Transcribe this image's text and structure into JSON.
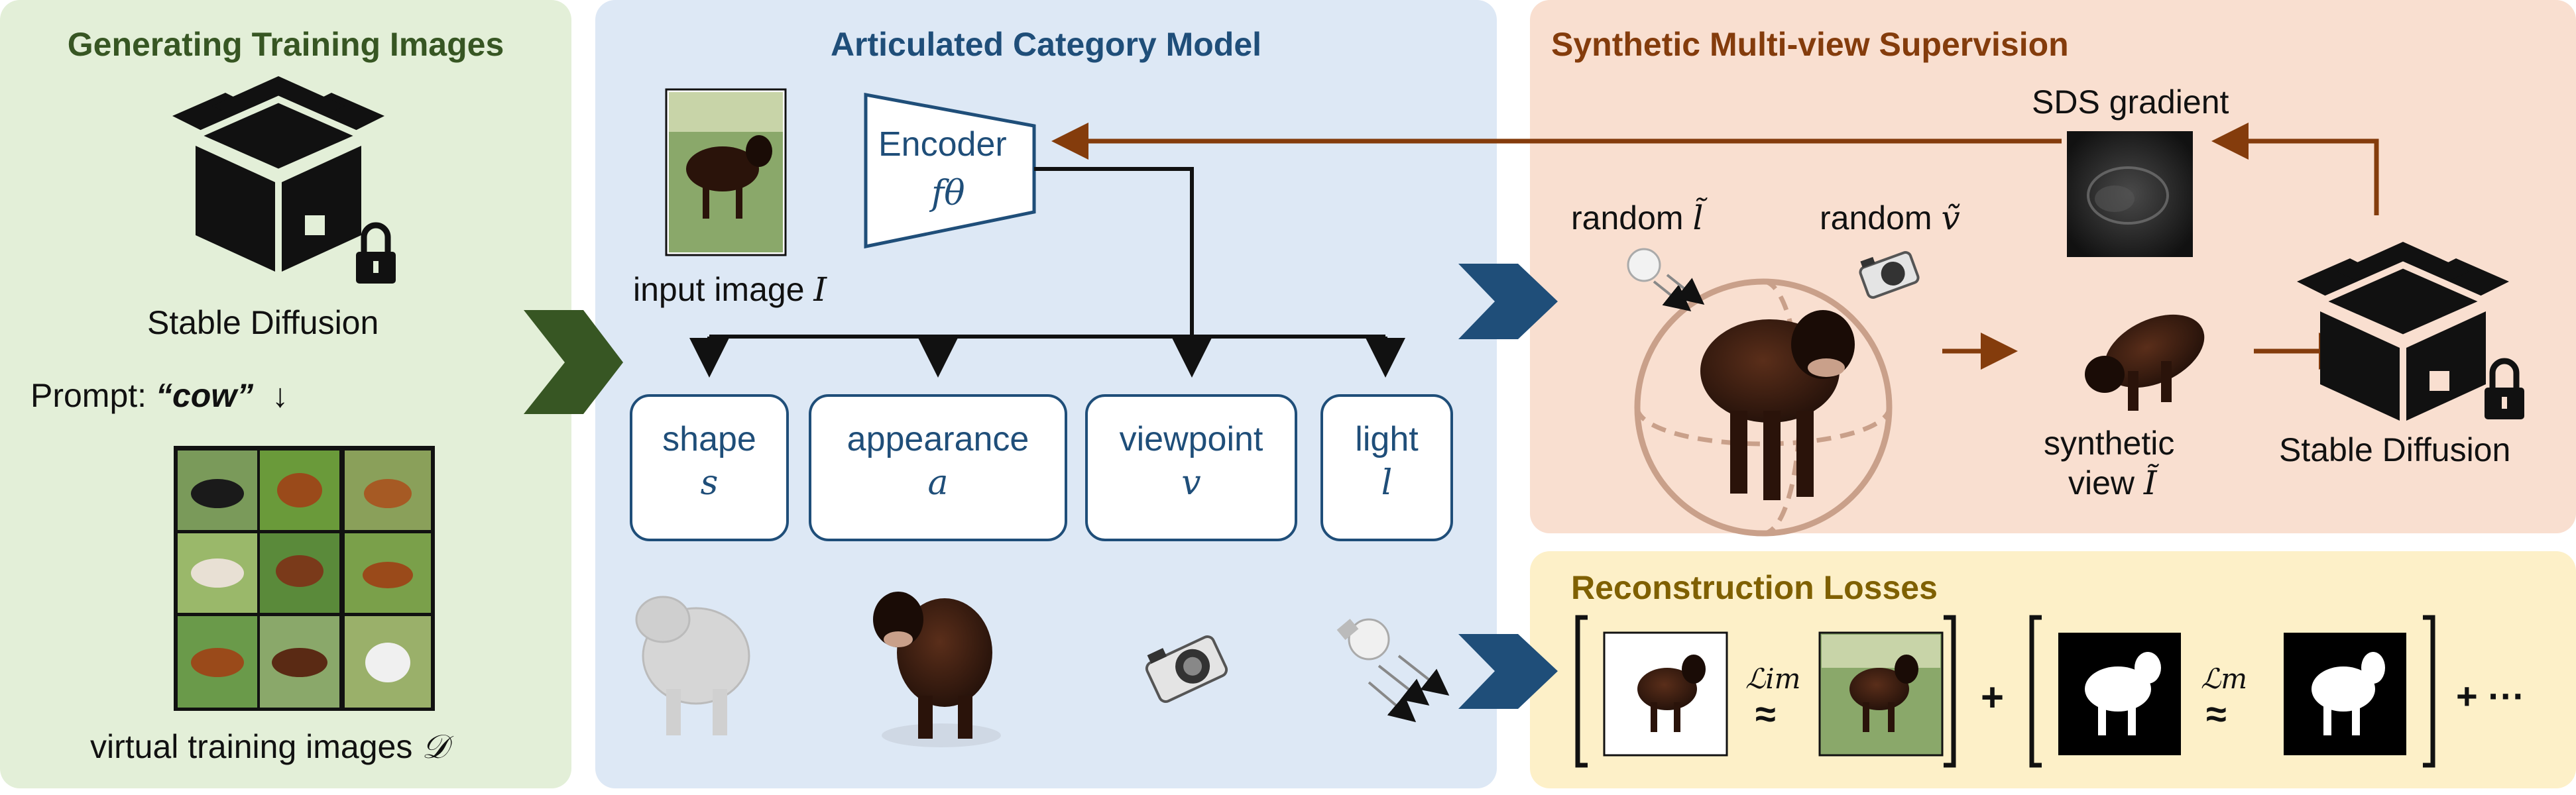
{
  "panels": {
    "gen": {
      "title": "Generating Training Images"
    },
    "model": {
      "title": "Articulated Category Model"
    },
    "synth": {
      "title": "Synthetic Multi-view Supervision"
    },
    "recon": {
      "title": "Reconstruction Losses"
    }
  },
  "gen": {
    "sd_label": "Stable Diffusion",
    "prompt_prefix": "Prompt: ",
    "prompt_word": "“cow”",
    "prompt_arrow": "↓",
    "dataset_prefix": "virtual training images ",
    "dataset_symbol": "𝒟"
  },
  "model": {
    "input_prefix": "input image ",
    "input_symbol": "I",
    "encoder_label": "Encoder",
    "encoder_symbol": "fθ",
    "latents": [
      {
        "name": "shape",
        "symbol": "s"
      },
      {
        "name": "appearance",
        "symbol": "a"
      },
      {
        "name": "viewpoint",
        "symbol": "v"
      },
      {
        "name": "light",
        "symbol": "l"
      }
    ]
  },
  "synth": {
    "sds_label": "SDS gradient",
    "random_light_prefix": "random ",
    "random_light_symbol": "l̃",
    "random_view_prefix": "random ",
    "random_view_symbol": "ṽ",
    "synthetic_line1": "synthetic",
    "synthetic_line2_prefix": "view ",
    "synthetic_symbol": "Ĩ",
    "sd_label": "Stable Diffusion"
  },
  "recon": {
    "loss_im": "ℒim",
    "loss_m": "ℒm",
    "approx": "≈",
    "plus": "+",
    "plus_more": "+ ···"
  },
  "colors": {
    "gen_bg": "#e3efd8",
    "gen_title": "#375623",
    "model_bg": "#dde8f5",
    "model_title": "#1f4e79",
    "synth_bg": "#f9dfd0",
    "synth_title": "#843c0c",
    "recon_bg": "#fdf0c8",
    "recon_title": "#7f6000",
    "green_arrow": "#375623",
    "blue_arrow": "#1f4e79",
    "brown_arrow": "#843c0c"
  }
}
